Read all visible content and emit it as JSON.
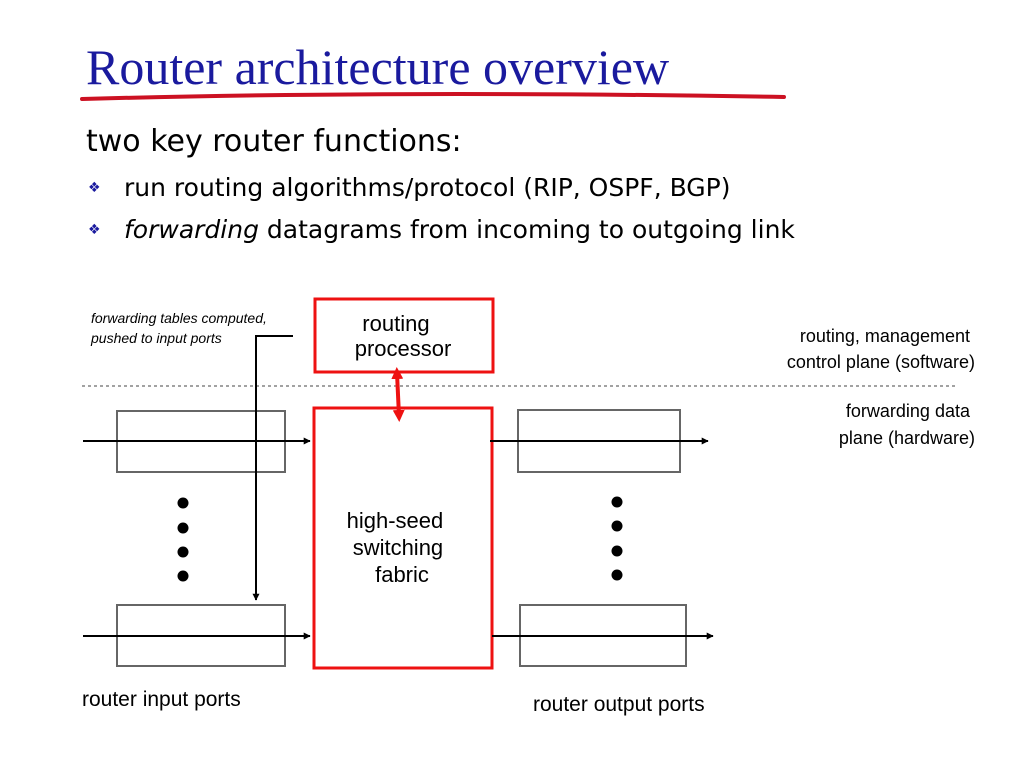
{
  "slide": {
    "title": "Router architecture overview",
    "subtitle": "two key router functions:",
    "bullets": [
      {
        "text": "run routing algorithms/protocol (RIP, OSPF, BGP)"
      },
      {
        "emphasis": "forwarding",
        "text": " datagrams from incoming to outgoing link"
      }
    ]
  },
  "diagram": {
    "routing_processor": [
      "routing",
      "processor"
    ],
    "switching_fabric": [
      "high-seed",
      "switching",
      "fabric"
    ],
    "forwarding_note": [
      "forwarding tables computed,",
      "pushed to input ports"
    ],
    "control_plane": [
      "routing, management",
      "control plane (software)"
    ],
    "data_plane": [
      "forwarding data",
      "plane  (hardware)"
    ],
    "input_ports_label": "router input ports",
    "output_ports_label": "router output ports"
  },
  "colors": {
    "title": "#1a1a9e",
    "underline": "#cc1122",
    "highlight": "#ee1111",
    "port_border": "#666666"
  }
}
